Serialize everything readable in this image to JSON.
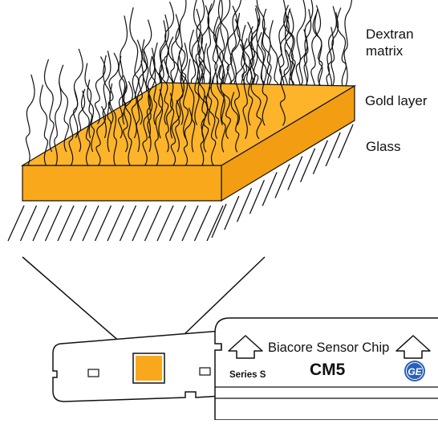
{
  "labels": {
    "dextran_line1": "Dextran",
    "dextran_line2": "matrix",
    "gold_layer": "Gold layer",
    "glass": "Glass"
  },
  "chip_card": {
    "title": "Biacore Sensor Chip",
    "series": "Series S",
    "model": "CM5",
    "logo_text": "GE"
  },
  "colors": {
    "gold": "#f9a81b",
    "gold_top": "#fdb42a",
    "gold_side": "#f29d12",
    "line": "#111111",
    "logo_blue": "#2b5fb3"
  }
}
